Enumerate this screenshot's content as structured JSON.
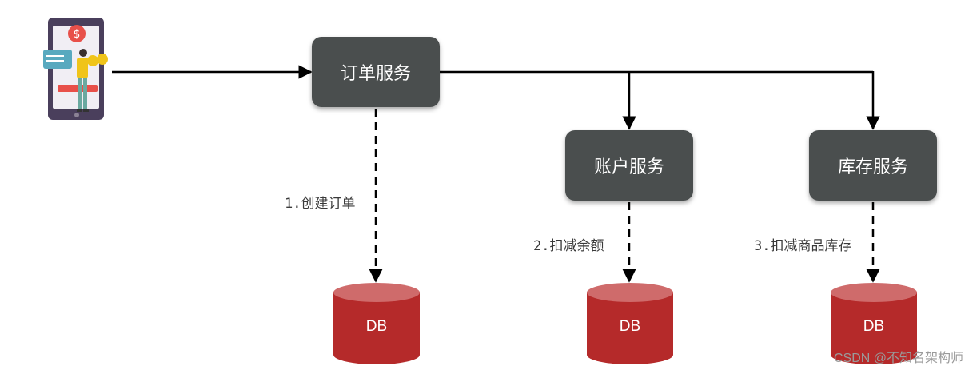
{
  "services": {
    "order": "订单服务",
    "account": "账户服务",
    "storage": "库存服务"
  },
  "steps": {
    "step1": "1.创建订单",
    "step2": "2.扣减余额",
    "step3": "3.扣减商品库存"
  },
  "databases": {
    "db1": "DB",
    "db2": "DB",
    "db3": "DB"
  },
  "watermark": "CSDN @不知名架构师",
  "colors": {
    "service_box": "#4a4e4e",
    "database": "#b52a2a",
    "arrow": "#000000"
  },
  "icons": {
    "client": "phone-payment-illustration"
  }
}
